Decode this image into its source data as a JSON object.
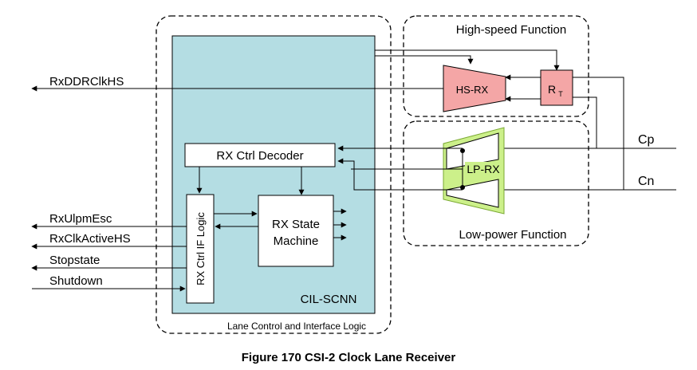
{
  "caption": "Figure 170 CSI-2 Clock Lane Receiver",
  "regions": {
    "high_speed": "High-speed Function",
    "low_power": "Low-power Function",
    "lane_control": "Lane Control and Interface Logic",
    "cil": "CIL-SCNN"
  },
  "blocks": {
    "hs_rx": "HS-RX",
    "rt": "R",
    "rt_sub": "T",
    "lp_rx": "LP-RX",
    "rx_ctrl_decoder": "RX Ctrl Decoder",
    "rx_ctrl_if_logic": "RX Ctrl IF Logic",
    "rx_state_machine_line1": "RX State",
    "rx_state_machine_line2": "Machine"
  },
  "signals": {
    "rx_ddr_clk_hs": "RxDDRClkHS",
    "rx_ulpm_esc": "RxUlpmEsc",
    "rx_clk_active_hs": "RxClkActiveHS",
    "stopstate": "Stopstate",
    "shutdown": "Shutdown",
    "cp": "Cp",
    "cn": "Cn"
  },
  "colors": {
    "cil_fill": "#b4dde3",
    "hs_fill": "#f4a6a6",
    "lp_fill": "#ccf08a"
  }
}
